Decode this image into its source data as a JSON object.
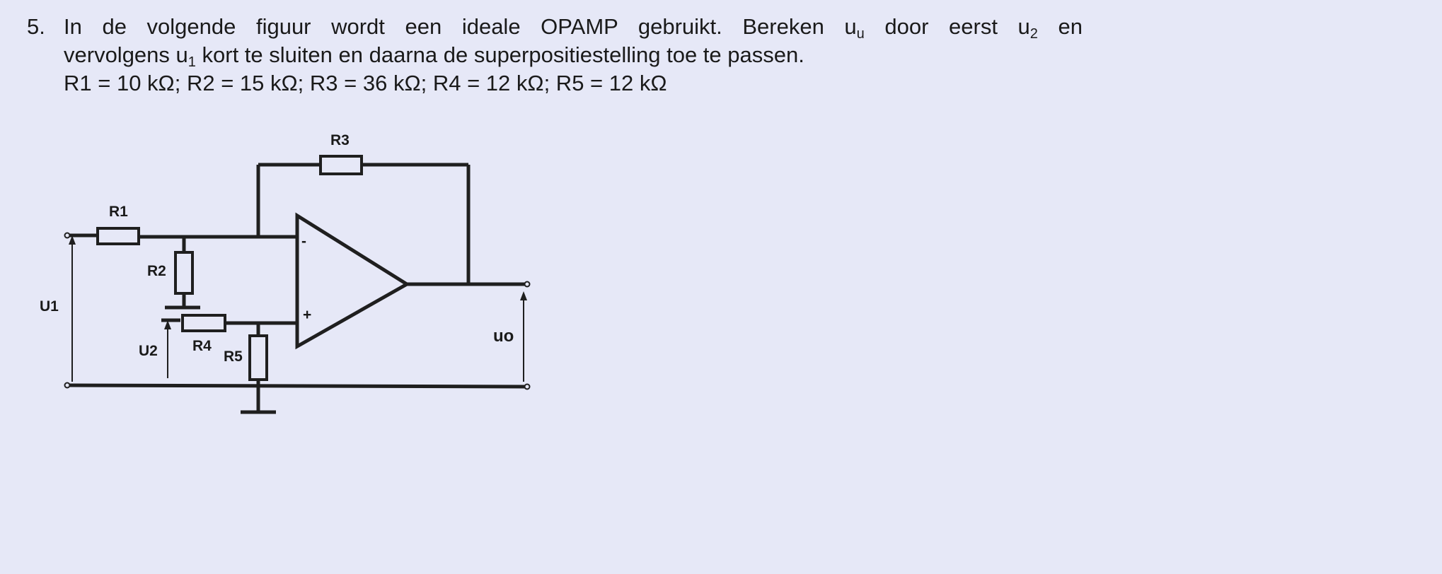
{
  "question": {
    "number": "5.",
    "line1": {
      "a": "In de volgende figuur wordt een ideale OPAMP  gebruikt.  Bereken u",
      "sub_a": "u",
      "b": " door eerst u",
      "sub_b": "2",
      "c": " en"
    },
    "line2": {
      "a": "vervolgens u",
      "sub_a": "1",
      "b": " kort te sluiten en daarna de superpositiestelling toe te passen."
    },
    "line3": "R1 = 10 kΩ; R2 = 15 kΩ; R3 = 36 kΩ; R4 = 12 kΩ; R5 = 12 kΩ"
  },
  "circuit": {
    "labels": {
      "r1": "R1",
      "r2": "R2",
      "r3": "R3",
      "r4": "R4",
      "r5": "R5",
      "u1": "U1",
      "u2": "U2",
      "uo": "uo",
      "minus": "-",
      "plus": "+"
    }
  }
}
